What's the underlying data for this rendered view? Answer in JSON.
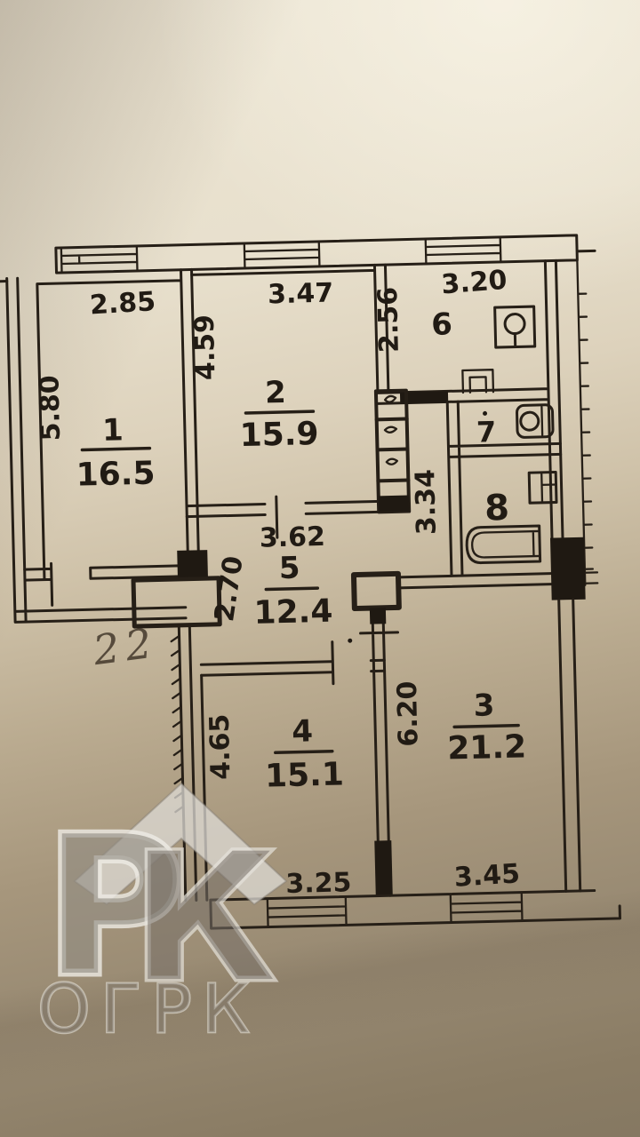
{
  "watermark": {
    "letter_p": "Р",
    "letter_k": "К",
    "text": "ОГРК"
  },
  "handwritten_note": "22",
  "rooms": [
    {
      "number": "1",
      "area": "16.5"
    },
    {
      "number": "2",
      "area": "15.9"
    },
    {
      "number": "3",
      "area": "21.2"
    },
    {
      "number": "4",
      "area": "15.1"
    },
    {
      "number": "5",
      "area": "12.4"
    },
    {
      "number": "6"
    },
    {
      "number": "7"
    },
    {
      "number": "8"
    }
  ],
  "dimensions": {
    "room1_width": "2.85",
    "room1_depth": "5.80",
    "room2_width": "3.47",
    "room2_depth": "4.59",
    "kitchen_width": "3.20",
    "kitchen_depth": "2.56",
    "hall_width": "3.62",
    "hall_entry_width": "2.70",
    "bath_corridor_depth": "3.34",
    "room4_width": "3.25",
    "room4_depth": "4.65",
    "room3_width": "3.45",
    "room3_depth": "6.20"
  },
  "colors": {
    "ink": "#261f17",
    "paper_light": "#ece5d4",
    "paper_dark": "#857862",
    "watermark_gray": "#8a857e"
  }
}
